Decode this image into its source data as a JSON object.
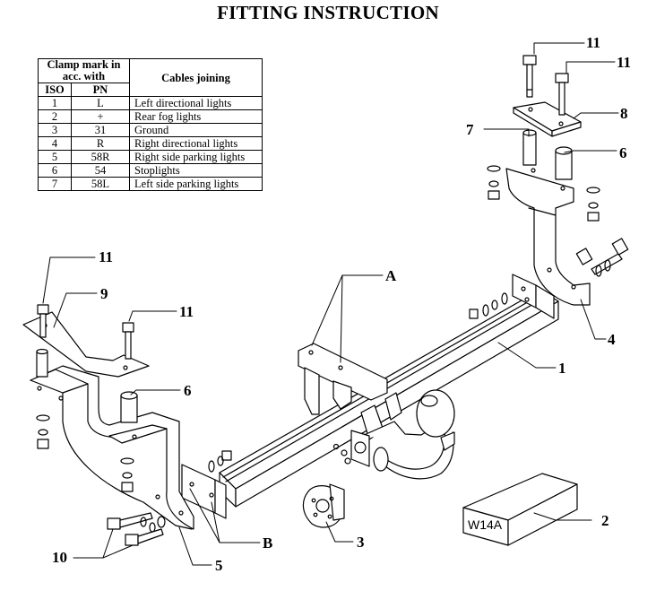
{
  "title": "FITTING INSTRUCTION",
  "table": {
    "header_clamp": "Clamp mark in acc. with",
    "header_iso": "ISO",
    "header_pn": "PN",
    "header_cables": "Cables joining",
    "rows": [
      {
        "iso": "1",
        "pn": "L",
        "desc": "Left directional lights"
      },
      {
        "iso": "2",
        "pn": "+",
        "desc": "Rear fog lights"
      },
      {
        "iso": "3",
        "pn": "31",
        "desc": "Ground"
      },
      {
        "iso": "4",
        "pn": "R",
        "desc": "Right directional lights"
      },
      {
        "iso": "5",
        "pn": "58R",
        "desc": "Right side parking lights"
      },
      {
        "iso": "6",
        "pn": "54",
        "desc": "Stoplights"
      },
      {
        "iso": "7",
        "pn": "58L",
        "desc": "Left side parking lights"
      }
    ]
  },
  "callouts": {
    "c1": "1",
    "c2": "2",
    "c3": "3",
    "c4": "4",
    "c5": "5",
    "c6_right": "6",
    "c6_left": "6",
    "c7": "7",
    "c8": "8",
    "c9": "9",
    "c10": "10",
    "c11_top_a": "11",
    "c11_top_b": "11",
    "c11_left_a": "11",
    "c11_left_b": "11",
    "cA": "A",
    "cB": "B"
  },
  "box_label": "W14A"
}
